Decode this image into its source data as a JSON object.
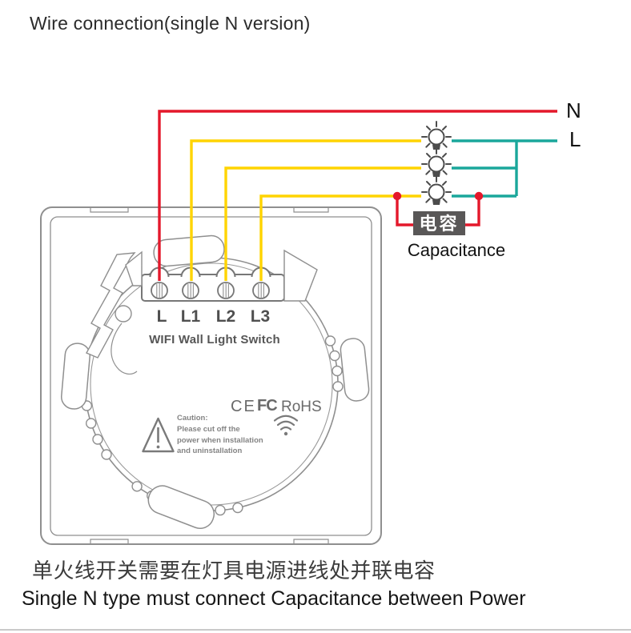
{
  "title": "Wire connection(single N version)",
  "labels": {
    "neutral_wire": "N",
    "live_wire": "L"
  },
  "capacitor": {
    "name_cn": "电容",
    "name_en": "Capacitance"
  },
  "device": {
    "terminals": [
      "L",
      "L1",
      "L2",
      "L3"
    ],
    "product_name": "WIFI Wall Light Switch",
    "certifications": [
      "CE",
      "FC",
      "RoHS"
    ],
    "caution": [
      "Caution:",
      "Please cut off the",
      "power when installation",
      "and uninstallation"
    ]
  },
  "footer": {
    "note_cn": "单火线开关需要在灯具电源进线处并联电容",
    "note_en": "Single N type must connect Capacitance between Power"
  },
  "colors": {
    "neutral_red": "#e4182b",
    "load_yellow": "#ffd400",
    "live_teal": "#1aa79b",
    "capacitor_box": "#595757",
    "line_art": "#8f8f8f",
    "bulb_ink": "#4c4c4c"
  },
  "icons": {
    "bulb-icon": "line-art light bulb with radiating rays",
    "warning-icon": "outlined triangle with exclamation mark",
    "wifi-icon": "three arcs above a dot",
    "junction-dot-icon": "solid red circle wire junction"
  }
}
